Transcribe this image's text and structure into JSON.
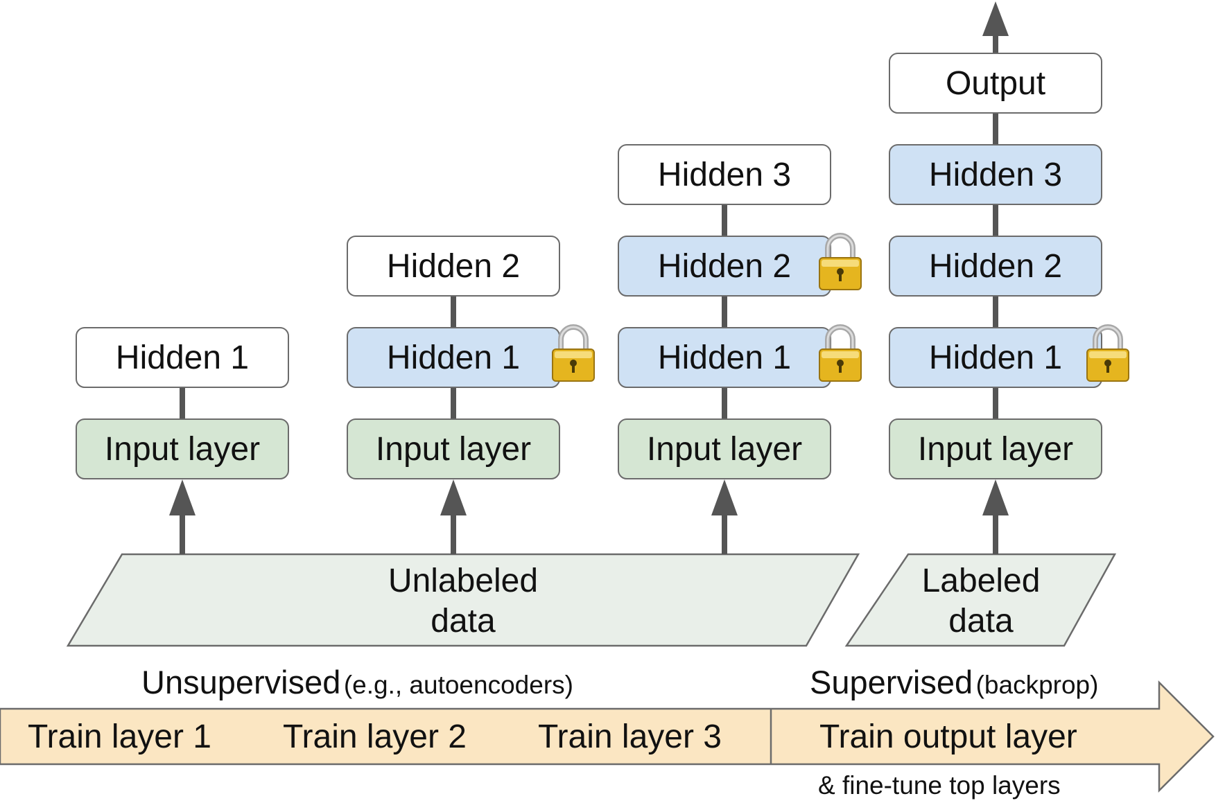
{
  "columns": [
    {
      "hidden": [
        "Hidden 1"
      ],
      "input": "Input layer",
      "locked": []
    },
    {
      "hidden": [
        "Hidden 1",
        "Hidden 2"
      ],
      "input": "Input layer",
      "locked": [
        "Hidden 1"
      ]
    },
    {
      "hidden": [
        "Hidden 1",
        "Hidden 2",
        "Hidden 3"
      ],
      "input": "Input layer",
      "locked": [
        "Hidden 1",
        "Hidden 2"
      ]
    },
    {
      "hidden": [
        "Hidden 1",
        "Hidden 2",
        "Hidden 3",
        "Output"
      ],
      "input": "Input layer",
      "locked": [
        "Hidden 1"
      ]
    }
  ],
  "data": {
    "unlabeled": {
      "line1": "Unlabeled",
      "line2": "data"
    },
    "labeled": {
      "line1": "Labeled",
      "line2": "data"
    }
  },
  "phases": {
    "unsupervised": {
      "main": "Unsupervised",
      "note": "(e.g., autoencoders)"
    },
    "supervised": {
      "main": "Supervised",
      "note": "(backprop)"
    }
  },
  "steps": [
    "Train layer 1",
    "Train layer 2",
    "Train layer 3",
    "Train output layer"
  ],
  "step_note": "& fine-tune top layers",
  "colors": {
    "input_fill": "#d5e6d3",
    "frozen_fill": "#cfe1f4",
    "plain_fill": "#ffffff",
    "data_fill": "#e9efe9",
    "arrow_fill": "#fbe6c2",
    "connector": "#555555",
    "lock_body": "#e5b51f"
  },
  "icons": {
    "lock": "padlock-icon"
  }
}
